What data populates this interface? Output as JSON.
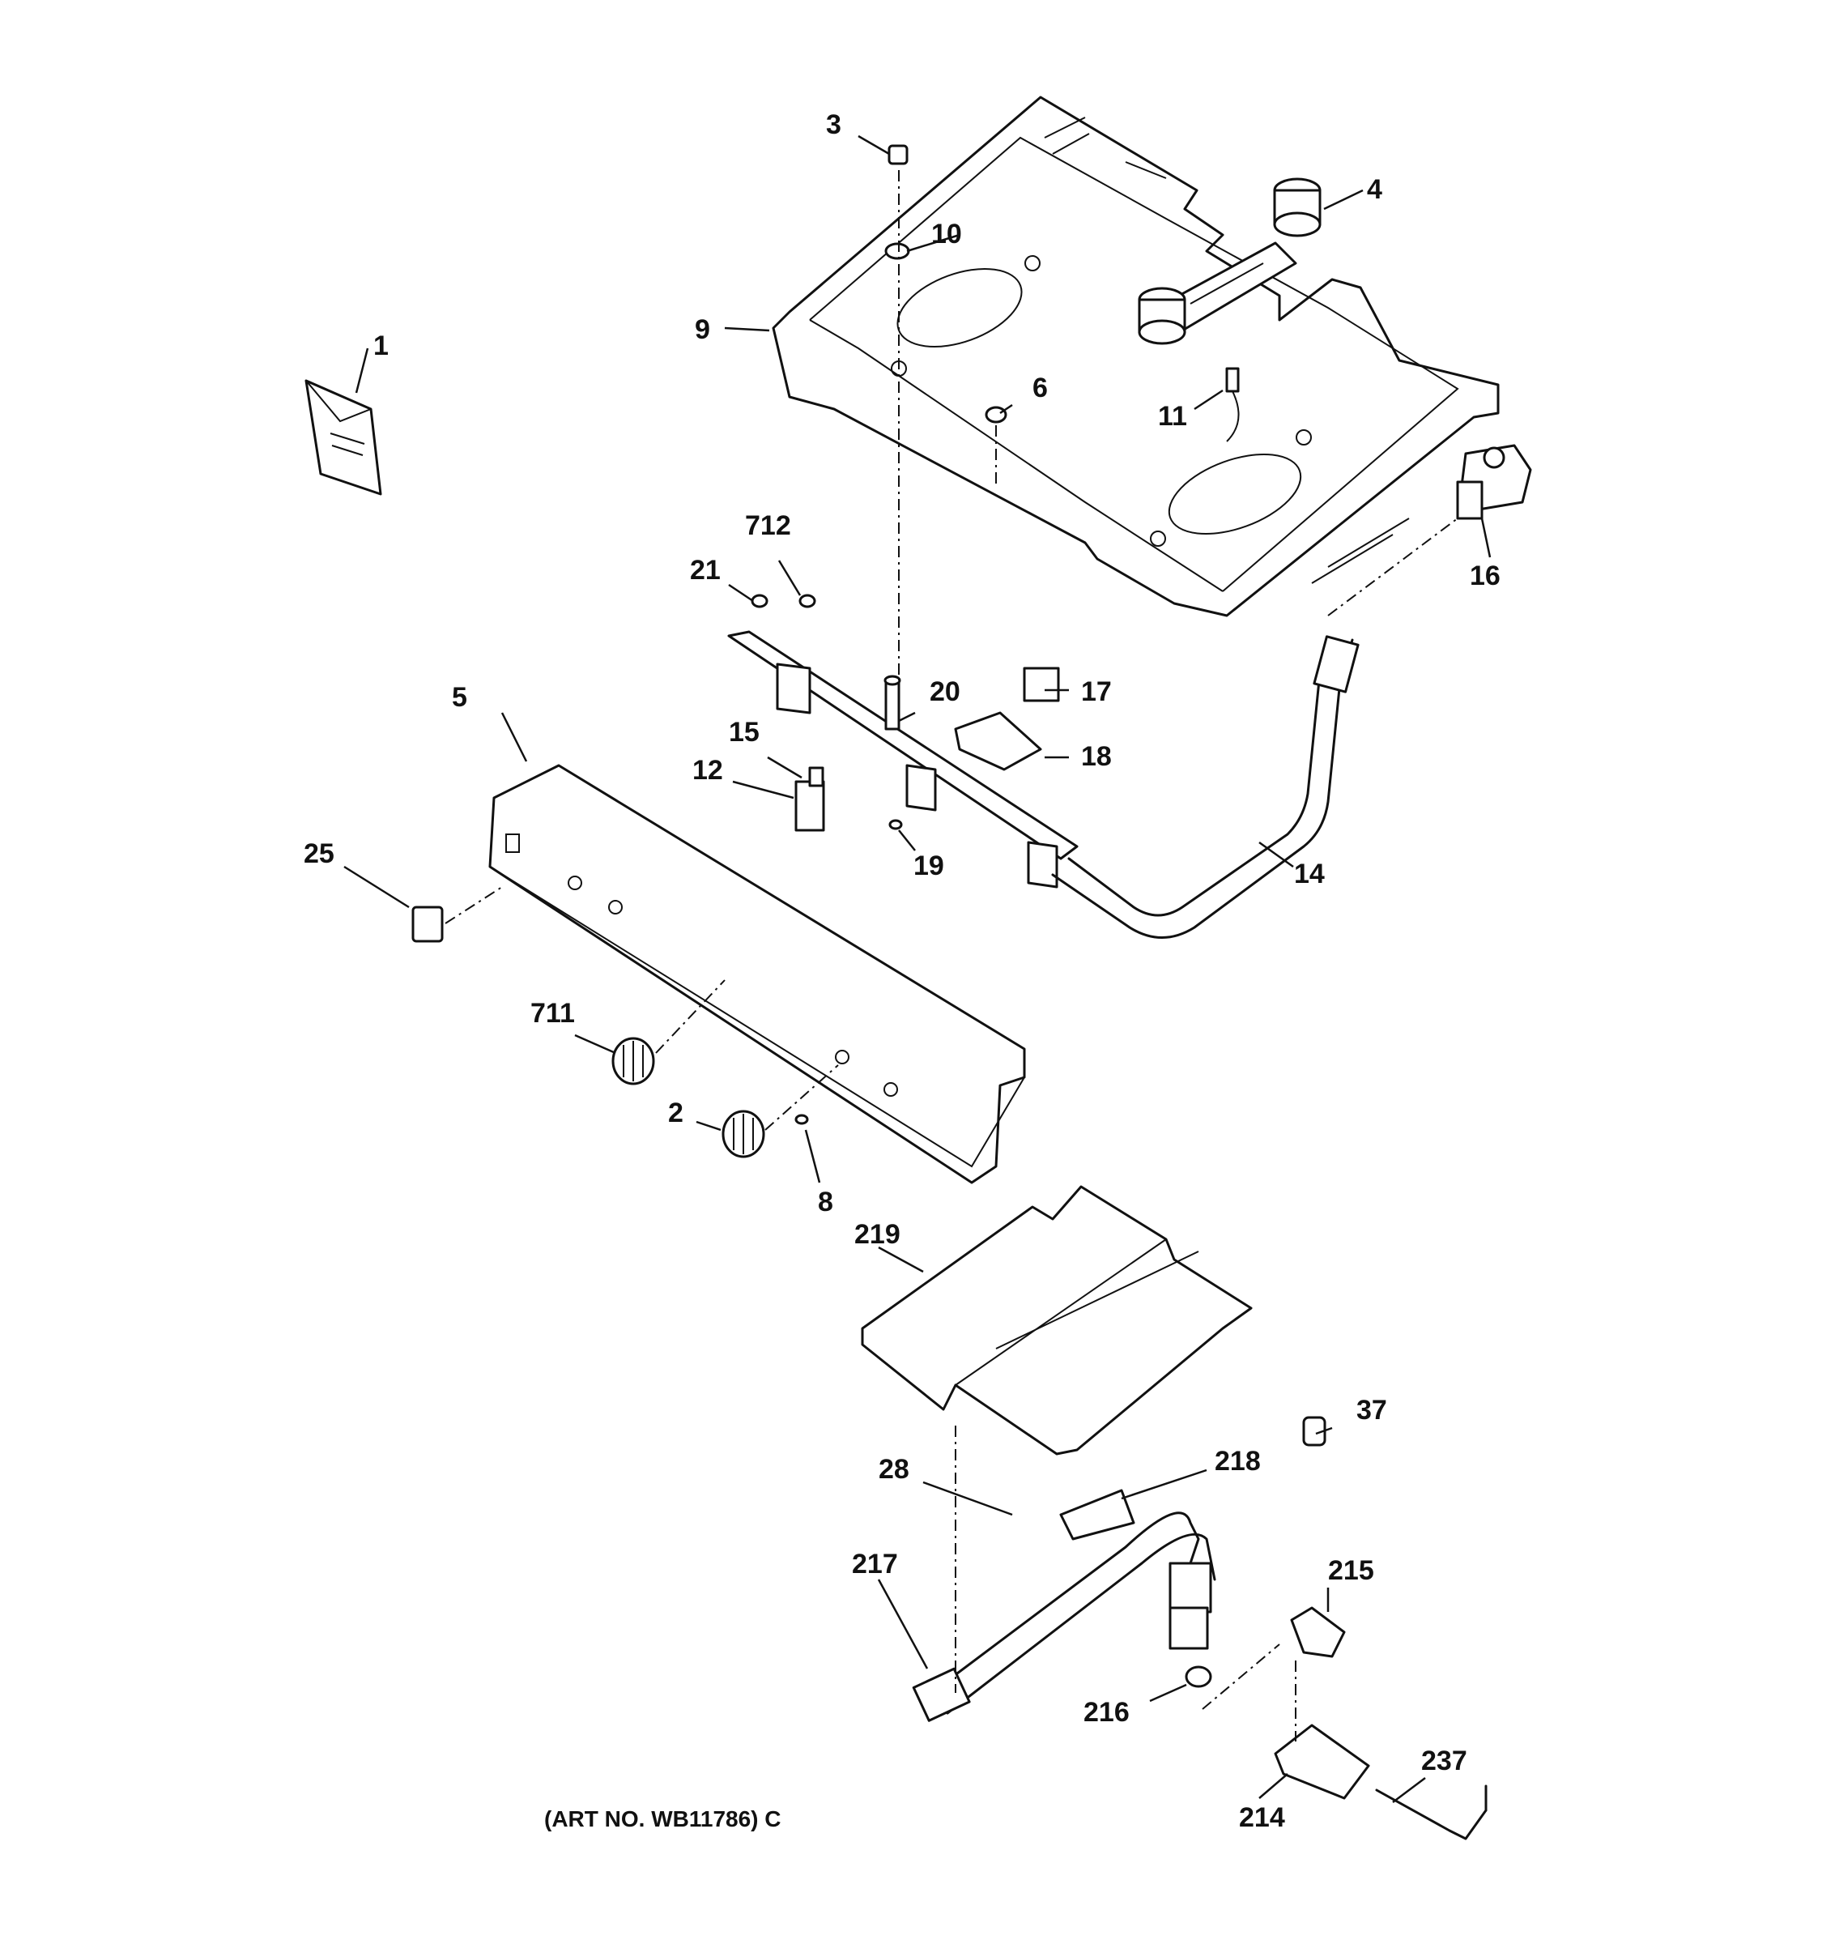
{
  "callouts": {
    "c1": "1",
    "c2": "2",
    "c3": "3",
    "c4": "4",
    "c5": "5",
    "c6": "6",
    "c8": "8",
    "c9": "9",
    "c10": "10",
    "c11": "11",
    "c12": "12",
    "c14": "14",
    "c15": "15",
    "c16": "16",
    "c17": "17",
    "c18": "18",
    "c19": "19",
    "c20": "20",
    "c21": "21",
    "c25": "25",
    "c28": "28",
    "c37": "37",
    "c214": "214",
    "c215": "215",
    "c216": "216",
    "c217": "217",
    "c218": "218",
    "c219": "219",
    "c237": "237",
    "c711": "711",
    "c712": "712"
  },
  "footer": {
    "art_no": "(ART NO. WB11786) C"
  }
}
